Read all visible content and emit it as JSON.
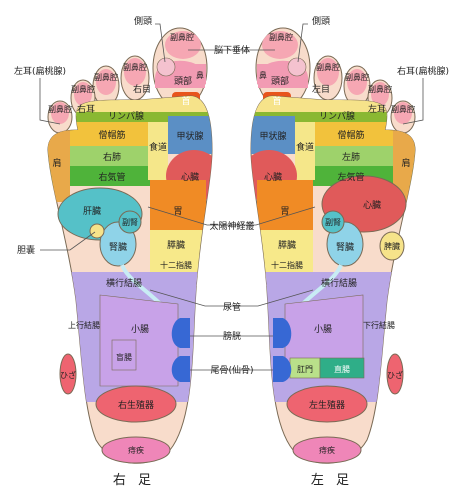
{
  "diagram": {
    "foot_labels": {
      "right": "右 足",
      "left": "左 足"
    },
    "callouts": {
      "head_side": "側頭",
      "pituitary": "脳下垂体",
      "right_ear_tonsil": "右耳(扁桃腺)",
      "left_ear_tonsil": "左耳(扁桃腺)",
      "solar_plexus": "太陽神経叢",
      "gallbladder": "胆嚢",
      "ureter": "尿管",
      "bladder": "膀胱",
      "coccyx": "尾骨(仙骨)"
    },
    "zones": {
      "sinus": "副鼻腔",
      "head_side": "側頭",
      "head_top": "頭部",
      "nose": "鼻",
      "neck": "首",
      "right_eye": "右目",
      "left_eye": "左目",
      "right_ear": "右耳",
      "left_ear": "左耳",
      "lymph": "リンパ腺",
      "trapezius": "僧帽筋",
      "right_lung": "右肺",
      "left_lung": "左肺",
      "right_bronchus": "右気管",
      "left_bronchus": "左気管",
      "thyroid": "甲状腺",
      "esophagus": "食道",
      "shoulder": "肩",
      "heart": "心臓",
      "liver": "肝臓",
      "adrenal": "副腎",
      "stomach": "胃",
      "kidney": "腎臓",
      "pancreas": "膵臓",
      "duodenum": "十二指腸",
      "spleen": "脾臓",
      "transverse_colon": "横行結腸",
      "ascending_colon": "上行結腸",
      "descending_colon": "下行結腸",
      "small_intestine": "小腸",
      "appendix": "盲腸",
      "anus": "肛門",
      "rectum": "直腸",
      "knee": "ひざ",
      "right_genital": "右生殖器",
      "left_genital": "左生殖器",
      "hemorrhoids": "痔疾"
    },
    "colors": {
      "skin": "#f8dccb",
      "outline": "#7a6a55",
      "sinus": "#f6a7b3",
      "head": "#f29bb3",
      "neck": "#e8541c",
      "eye_ear": "#f6e38a",
      "lymph": "#8ab832",
      "trapezius": "#f2c23c",
      "lung": "#9ed26b",
      "bronchus": "#4fb33a",
      "thyroid": "#5b8fc5",
      "esophagus": "#f5e78a",
      "shoulder": "#e8a94a",
      "heart": "#e05a5a",
      "liver": "#55c1c8",
      "stomach": "#f08b25",
      "kidney": "#8fd3e8",
      "pancreas_duodenum": "#f7e98a",
      "colon": "#b9a7e6",
      "small_intestine": "#c8a2e8",
      "bladder": "#3768d4",
      "genital": "#ee6470",
      "hemorrhoids": "#ef86b8",
      "knee": "#ee6470",
      "rectum": "#2fae88",
      "gallbladder": "#f6e38a"
    }
  }
}
